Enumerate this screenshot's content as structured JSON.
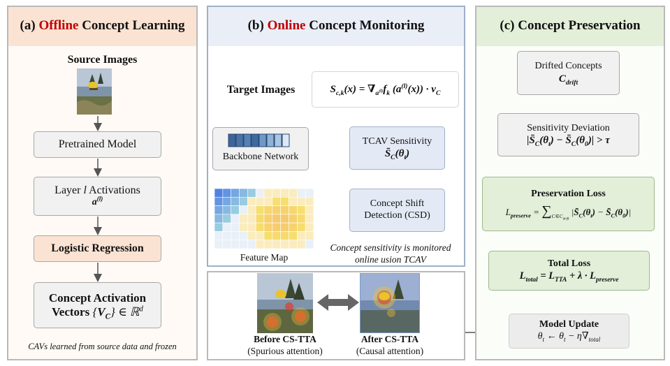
{
  "panel_a": {
    "letter": "(a)",
    "highlight": "Offline",
    "title_rest": "Concept Learning",
    "source_images": "Source Images",
    "pretrained_model": "Pretrained Model",
    "layer_prefix": "Layer",
    "layer_var": "l",
    "layer_suffix": "Activations",
    "logistic_regression": "Logistic Regression",
    "cav_line1": "Concept Activation",
    "cav_line2": "Vectors",
    "footer": "CAVs learned from source data and frozen"
  },
  "panel_b": {
    "letter": "(b)",
    "highlight": "Online",
    "title_rest": "Concept Monitoring",
    "target_images": "Target Images",
    "backbone": "Backbone Network",
    "feature_map": "Feature Map",
    "tcav_label": "TCAV Sensitivity",
    "csd_line1": "Concept Shift",
    "csd_line2": "Detection (CSD)",
    "note_line1": "Concept sensitivity is monitored",
    "note_line2": "online usion TCAV"
  },
  "panel_c": {
    "title": "(c) Concept Preservation",
    "drifted": "Drifted Concepts",
    "sens_dev": "Sensitivity Deviation",
    "pres_loss": "Preservation Loss",
    "total_loss": "Total Loss",
    "model_update": "Model Update"
  },
  "bottom": {
    "before_title": "Before CS-TTA",
    "before_sub": "(Spurious attention)",
    "after_title": "After CS-TTA",
    "after_sub": "(Causal attention)"
  },
  "colors": {
    "accent_red": "#c00000",
    "orange_fill": "#fbe3d3",
    "green_fill": "#e3efd9",
    "blue_fill": "#eaeef7",
    "gray_fill": "#f1f1f1"
  }
}
